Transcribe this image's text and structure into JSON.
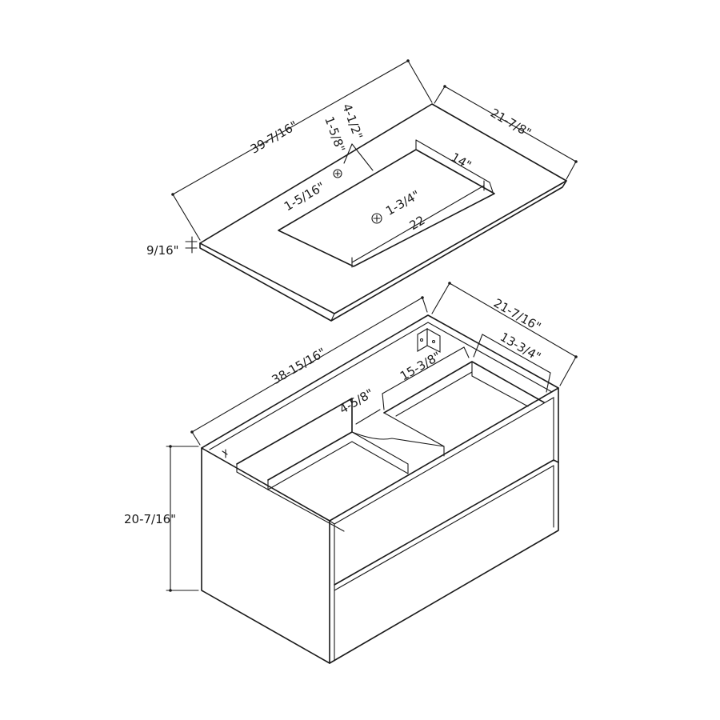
{
  "labels": {
    "top_width": "39-7/16\"",
    "top_depth": "21-7/8\"",
    "top_hole_back": "4-1/2\"",
    "top_hole_side": "1-5/8\"",
    "top_hole_dia": "1-5/16\"",
    "sink_depth": "14\"",
    "drain_dia": "1-3/4\"",
    "sink_width": "22",
    "top_thickness": "9/16\"",
    "cab_width": "38-15/16\"",
    "cab_depth": "21-7/16\"",
    "cab_inner_depth": "13-3/4\"",
    "cab_cutout_width": "15-3/8\"",
    "cab_cutout_depth": "4-5/8\"",
    "cab_height": "20-7/16\""
  },
  "colors": {
    "line": "#1a1a1a",
    "background": "#ffffff"
  }
}
